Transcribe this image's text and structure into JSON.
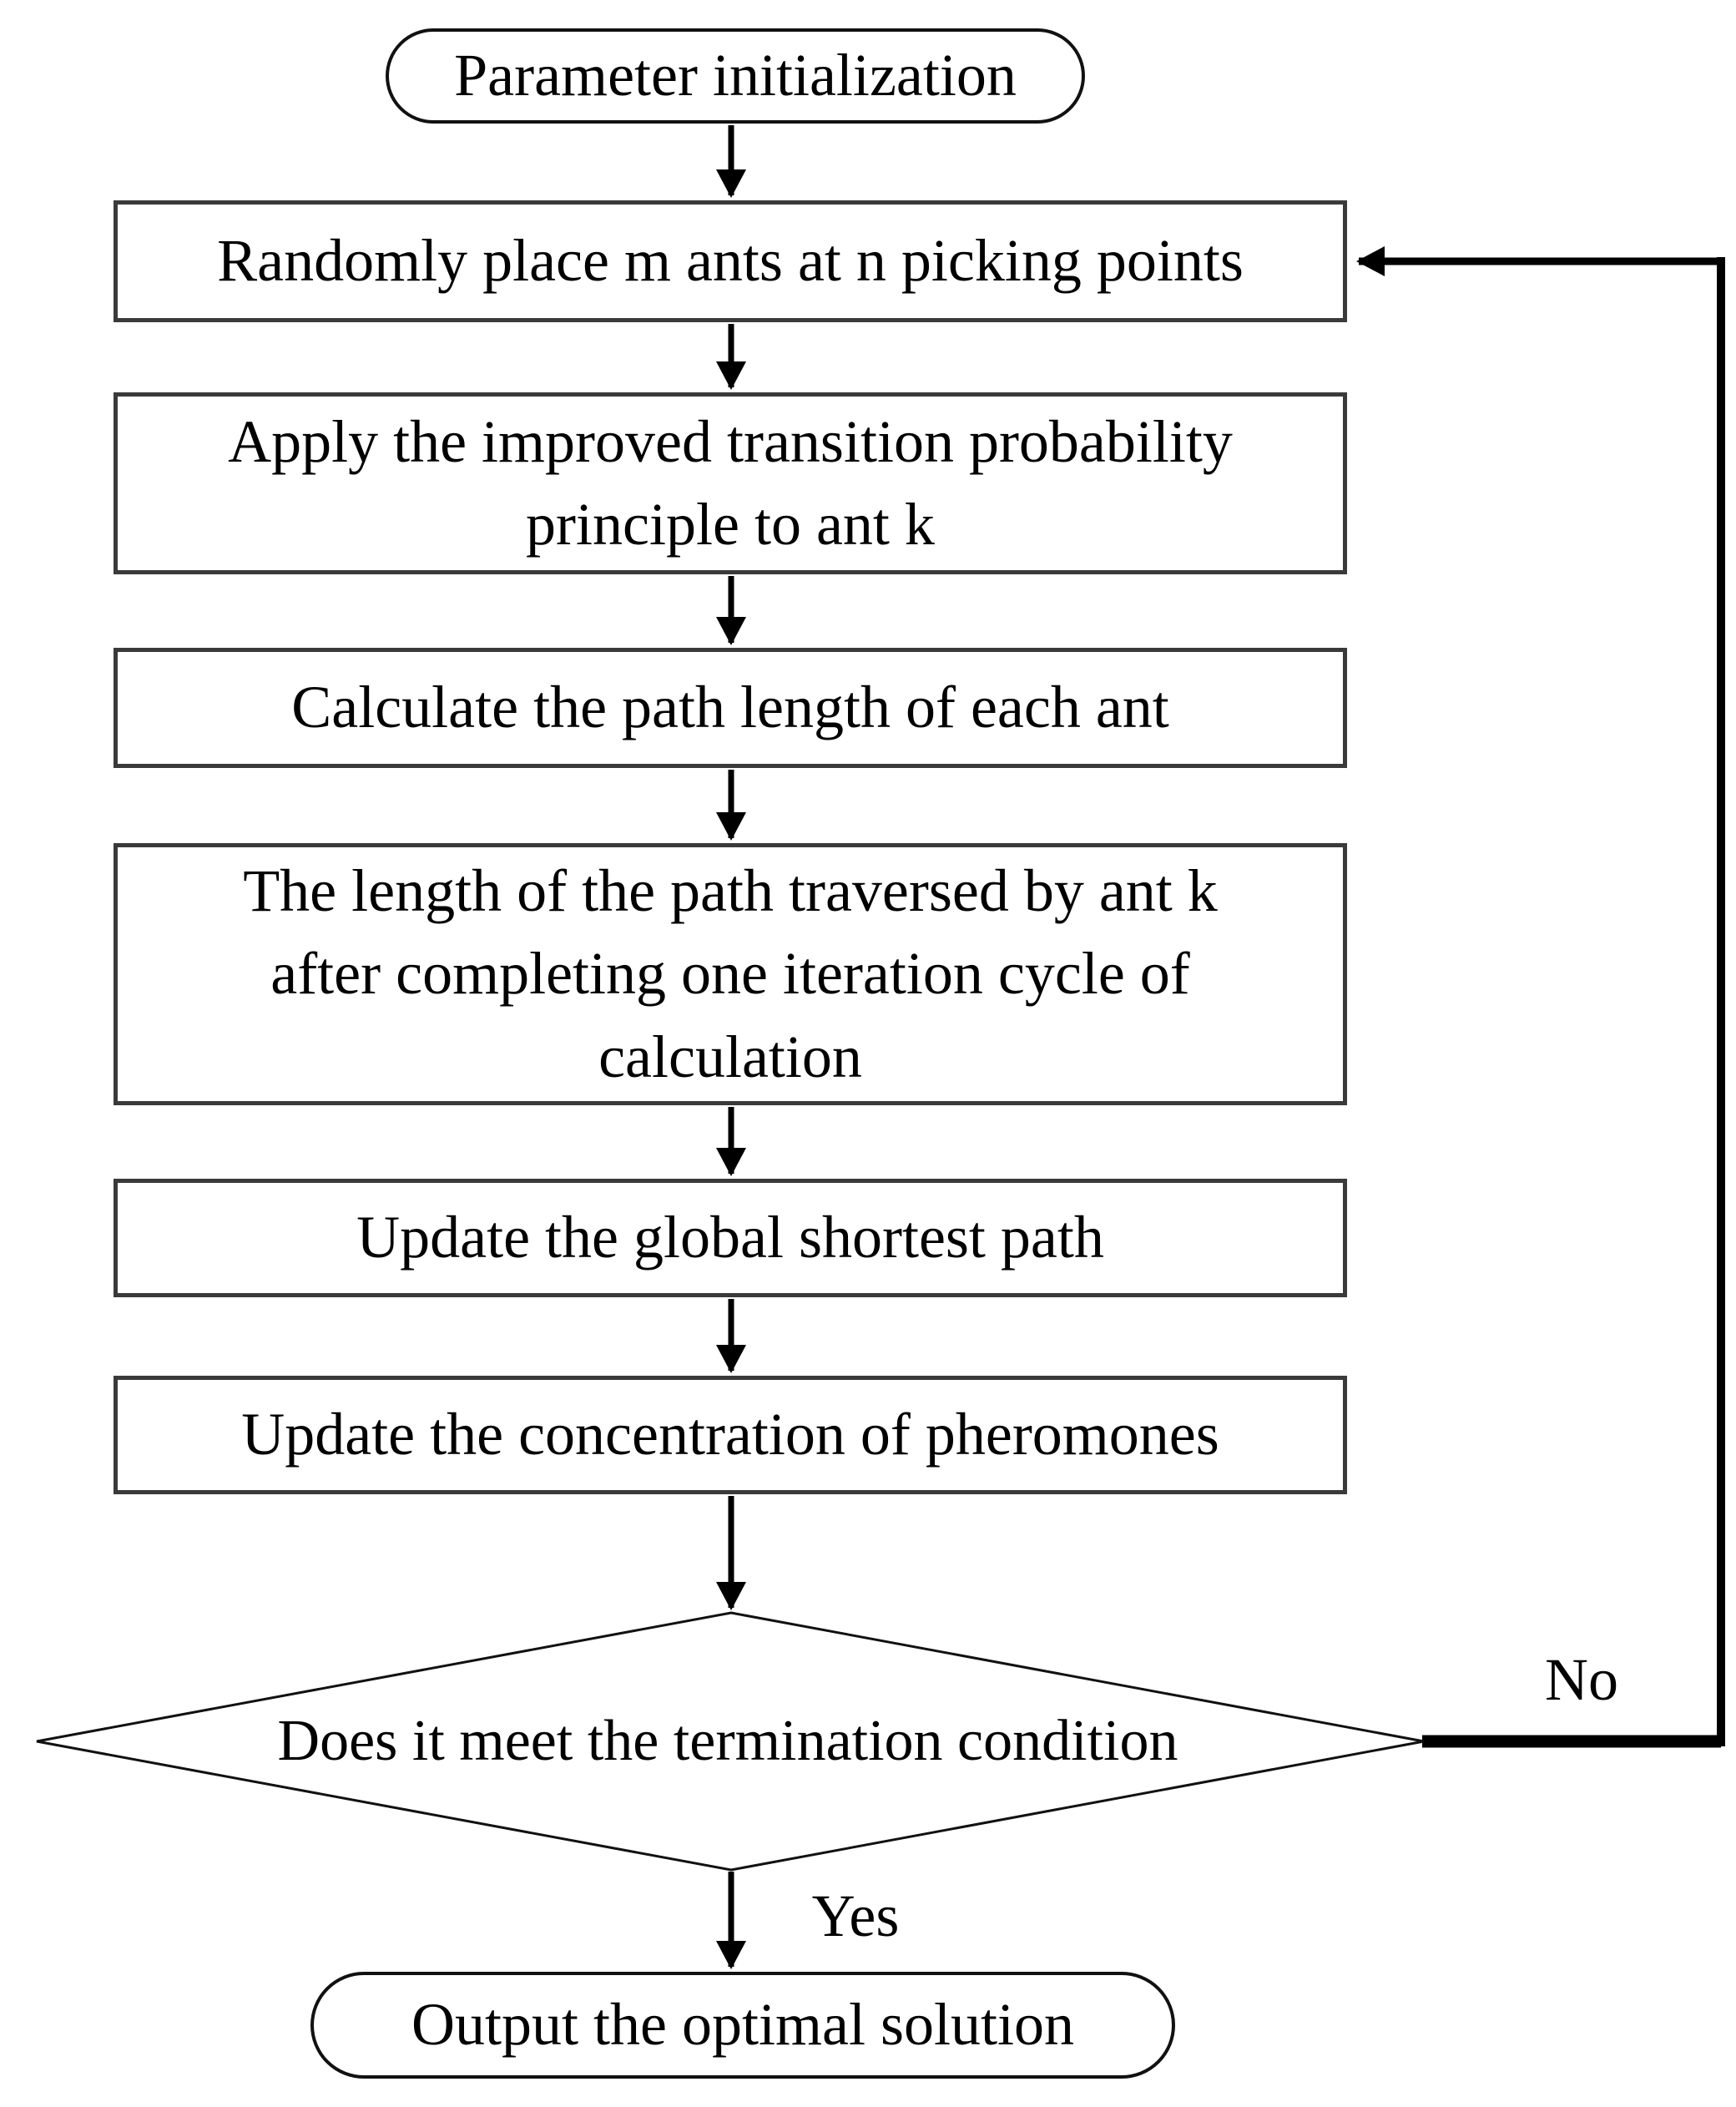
{
  "diagram": {
    "type": "flowchart",
    "background_color": "#ffffff",
    "line_color": "#000000",
    "box_border_color": "#3a3a3a",
    "text_color": "#000000",
    "nodes": [
      {
        "id": "start",
        "shape": "stadium",
        "label": "Parameter initialization"
      },
      {
        "id": "place_ants",
        "shape": "process",
        "label": "Randomly place m ants at n picking points"
      },
      {
        "id": "transition_probability",
        "shape": "process",
        "label": "Apply the improved transition probability\nprinciple to ant k"
      },
      {
        "id": "calc_path_length",
        "shape": "process",
        "label": "Calculate the path length of each ant"
      },
      {
        "id": "iteration_length",
        "shape": "process",
        "label": "The length of the path traversed by ant k\nafter completing one iteration cycle of\ncalculation"
      },
      {
        "id": "update_shortest_path",
        "shape": "process",
        "label": "Update the global shortest path"
      },
      {
        "id": "update_pheromones",
        "shape": "process",
        "label": "Update the concentration of pheromones"
      },
      {
        "id": "termination_check",
        "shape": "decision",
        "label": "Does it meet the termination condition"
      },
      {
        "id": "output",
        "shape": "stadium",
        "label": "Output the optimal solution"
      }
    ],
    "edges": [
      {
        "from": "start",
        "to": "place_ants",
        "label": ""
      },
      {
        "from": "place_ants",
        "to": "transition_probability",
        "label": ""
      },
      {
        "from": "transition_probability",
        "to": "calc_path_length",
        "label": ""
      },
      {
        "from": "calc_path_length",
        "to": "iteration_length",
        "label": ""
      },
      {
        "from": "iteration_length",
        "to": "update_shortest_path",
        "label": ""
      },
      {
        "from": "update_shortest_path",
        "to": "update_pheromones",
        "label": ""
      },
      {
        "from": "update_pheromones",
        "to": "termination_check",
        "label": ""
      },
      {
        "from": "termination_check",
        "to": "output",
        "label": "Yes"
      },
      {
        "from": "termination_check",
        "to": "place_ants",
        "label": "No"
      }
    ]
  }
}
